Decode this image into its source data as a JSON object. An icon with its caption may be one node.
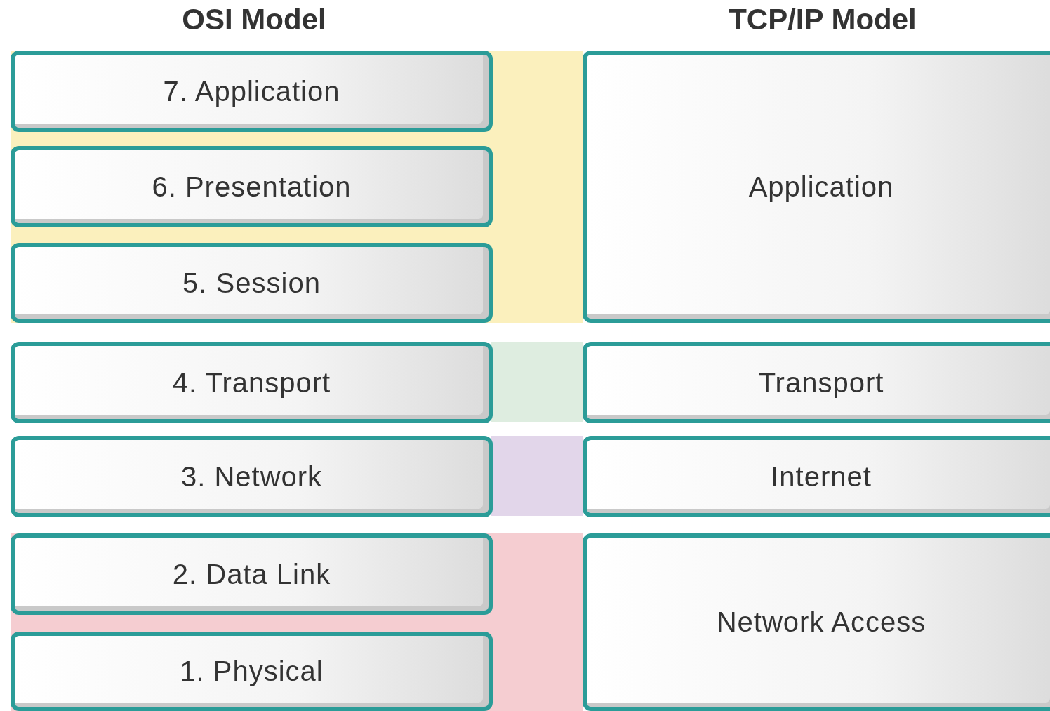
{
  "diagram": {
    "nodes": [
      {
        "text": [],
        "shape": "band"
      },
      {
        "text": [
          "7. Application"
        ],
        "in": 0
      },
      {
        "text": [
          "6. Presentation"
        ],
        "in": 0
      },
      {
        "text": [
          "5. Session"
        ],
        "in": 0
      },
      {
        "text": [
          "Application"
        ]
      },
      {
        "text": [
          "4. Transport"
        ]
      },
      {
        "text": [],
        "shape": "band"
      },
      {
        "text": [
          "Transport"
        ]
      },
      {
        "text": [
          "3. Network"
        ]
      },
      {
        "text": [],
        "shape": "band"
      },
      {
        "text": [
          "Internet"
        ]
      },
      {
        "text": [],
        "shape": "band"
      },
      {
        "text": [
          "2. Data Link"
        ],
        "in": 11
      },
      {
        "text": [
          "1. Physical"
        ],
        "in": 11
      },
      {
        "text": [
          "Network Access"
        ]
      }
    ],
    "edges": [],
    "labels": [
      "OSI Model",
      "TCP/IP Model"
    ]
  }
}
